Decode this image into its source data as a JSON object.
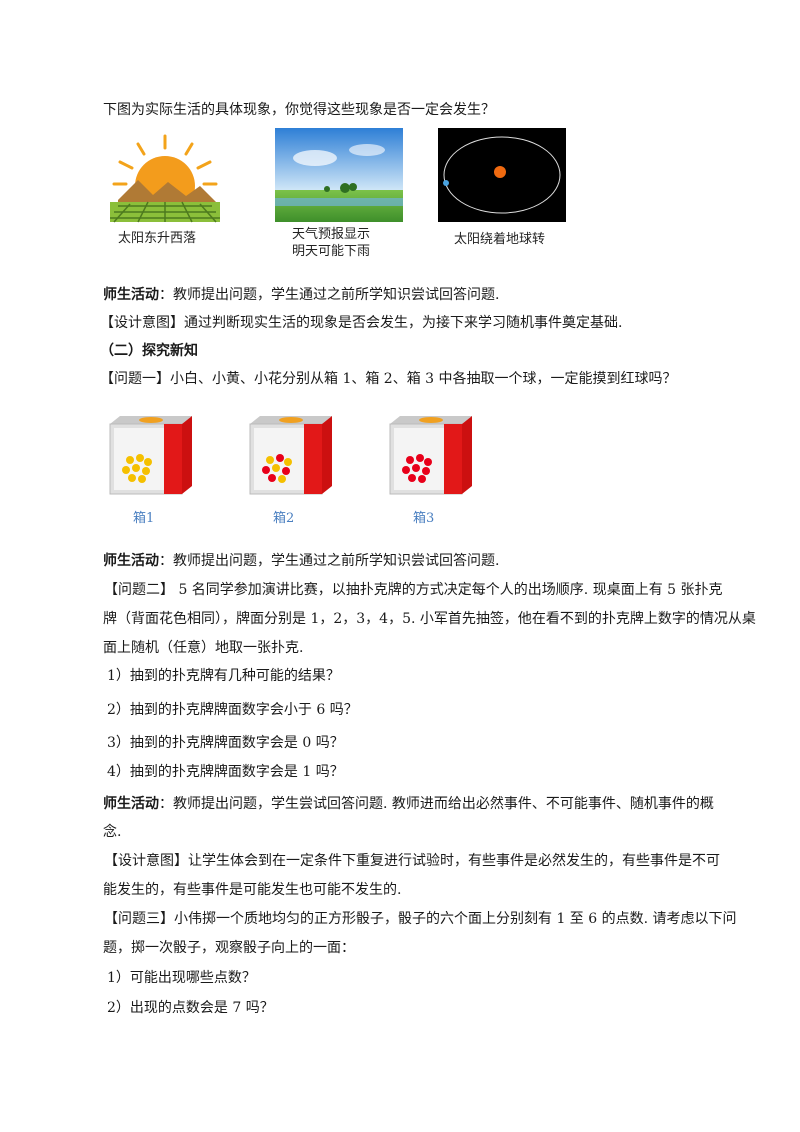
{
  "intro": "下图为实际生活的具体现象，你觉得这些现象是否一定会发生？",
  "images": [
    {
      "caption": "太阳东升西落"
    },
    {
      "caption_line1": "天气预报显示",
      "caption_line2": "明天可能下雨"
    },
    {
      "caption": "太阳绕着地球转"
    }
  ],
  "activity1": {
    "label": "师生活动",
    "text": "：教师提出问题，学生通过之前所学知识尝试回答问题."
  },
  "design1": "【设计意图】通过判断现实生活的现象是否会发生，为接下来学习随机事件奠定基础.",
  "section": "（二）探究新知",
  "q1": "【问题一】小白、小黄、小花分别从箱 1、箱 2、箱 3 中各抽取一个球，一定能摸到红球吗？",
  "boxes": [
    {
      "label": "箱1",
      "ball_color": "#f5c000"
    },
    {
      "label": "箱2",
      "ball_color": "mixed"
    },
    {
      "label": "箱3",
      "ball_color": "#e8001a"
    }
  ],
  "activity2": {
    "label": "师生活动",
    "text": "：教师提出问题，学生通过之前所学知识尝试回答问题."
  },
  "q2": {
    "line1": "【问题二】 5 名同学参加演讲比赛，以抽扑克牌的方式决定每个人的出场顺序. 现桌面上有 5 张扑克",
    "line2": "牌（背面花色相同），牌面分别是 1，2，3，4，5. 小军首先抽签，他在看不到的扑克牌上数字的情况从桌",
    "line3": "面上随机（任意）地取一张扑克.",
    "items": [
      "1）抽到的扑克牌有几种可能的结果？",
      "2）抽到的扑克牌牌面数字会小于 6 吗？",
      "3）抽到的扑克牌牌面数字会是 0 吗？",
      "4）抽到的扑克牌牌面数字会是 1 吗？"
    ]
  },
  "activity3": {
    "label": "师生活动",
    "line1": "：教师提出问题，学生尝试回答问题. 教师进而给出必然事件、不可能事件、随机事件的概",
    "line2": "念."
  },
  "design2": {
    "line1": "【设计意图】让学生体会到在一定条件下重复进行试验时，有些事件是必然发生的，有些事件是不可",
    "line2": "能发生的，有些事件是可能发生也可能不发生的."
  },
  "q3": {
    "line1": "【问题三】小伟掷一个质地均匀的正方形骰子，骰子的六个面上分别刻有 1 至 6 的点数. 请考虑以下问",
    "line2": "题，掷一次骰子，观察骰子向上的一面：",
    "items": [
      "1）可能出现哪些点数？",
      "2）出现的点数会是 7 吗？"
    ]
  }
}
